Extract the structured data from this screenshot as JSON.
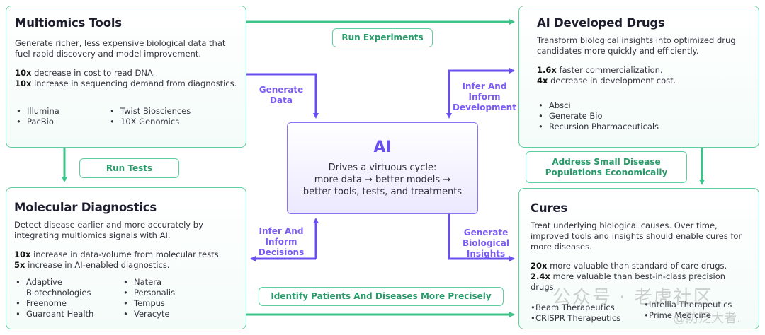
{
  "colors": {
    "green": "#3cc48a",
    "green_text": "#2a9a6a",
    "purple": "#6a4ff0",
    "card_border": "#5fcf9f"
  },
  "cards": {
    "multiomics": {
      "title": "Multiomics Tools",
      "description": "Generate richer, less expensive biological data that fuel rapid discovery and model improvement.",
      "stats": [
        {
          "value": "10x",
          "text": " decrease in cost to read DNA."
        },
        {
          "value": "10x",
          "text": " increase in sequencing demand from diagnostics."
        }
      ],
      "companies_col1": [
        "Illumina",
        "PacBio"
      ],
      "companies_col2": [
        "Twist Biosciences",
        "10X Genomics"
      ]
    },
    "drugs": {
      "title": "AI Developed Drugs",
      "description": "Transform biological insights into optimized drug candidates more quickly and efficiently.",
      "stats": [
        {
          "value": "1.6x",
          "text": " faster commercialization."
        },
        {
          "value": "4x",
          "text": " decrease in development cost."
        }
      ],
      "companies": [
        "Absci",
        "Generate Bio",
        "Recursion Pharmaceuticals"
      ]
    },
    "diagnostics": {
      "title": "Molecular Diagnostics",
      "description": "Detect disease earlier and more accurately by integrating multiomics signals with AI.",
      "stats": [
        {
          "value": "10x",
          "text": " increase in data-volume from molecular tests."
        },
        {
          "value": "5x",
          "text": " increase in AI-enabled diagnostics."
        }
      ],
      "companies_col1": [
        "Adaptive Biotechnologies",
        "Freenome",
        "Guardant Health"
      ],
      "companies_col2": [
        "Natera",
        "Personalis",
        "Tempus",
        "Veracyte"
      ]
    },
    "cures": {
      "title": "Cures",
      "description": "Treat underlying biological causes. Over time, improved tools and insights should enable cures for more diseases.",
      "stats": [
        {
          "value": "20x",
          "text": " more valuable than standard of care drugs."
        },
        {
          "value": "2.4x",
          "text": " more valuable than best-in-class precision drugs."
        }
      ],
      "companies_col1": [
        "Beam Therapeutics",
        "CRISPR Therapeutics"
      ],
      "companies_col2": [
        "Intellia Therapeutics",
        "Prime Medicine"
      ]
    }
  },
  "ai": {
    "title": "AI",
    "line1": "Drives a virtuous cycle:",
    "line2": "more data → better models →",
    "line3": "better tools, tests, and treatments"
  },
  "green_labels": {
    "run_experiments": "Run Experiments",
    "run_tests": "Run Tests",
    "address_small_1": "Address Small Disease",
    "address_small_2": "Populations Economically",
    "identify_patients": "Identify Patients And Diseases More Precisely"
  },
  "purple_labels": {
    "generate_data_1": "Generate",
    "generate_data_2": "Data",
    "infer_dev_1": "Infer And",
    "infer_dev_2": "Inform",
    "infer_dev_3": "Development",
    "infer_dec_1": "Infer And",
    "infer_dec_2": "Inform",
    "infer_dec_3": "Decisions",
    "gen_bio_1": "Generate",
    "gen_bio_2": "Biological",
    "gen_bio_3": "Insights"
  },
  "watermark": {
    "text1": "公众号 · 老虎社区",
    "text2": "@防泛大者."
  }
}
